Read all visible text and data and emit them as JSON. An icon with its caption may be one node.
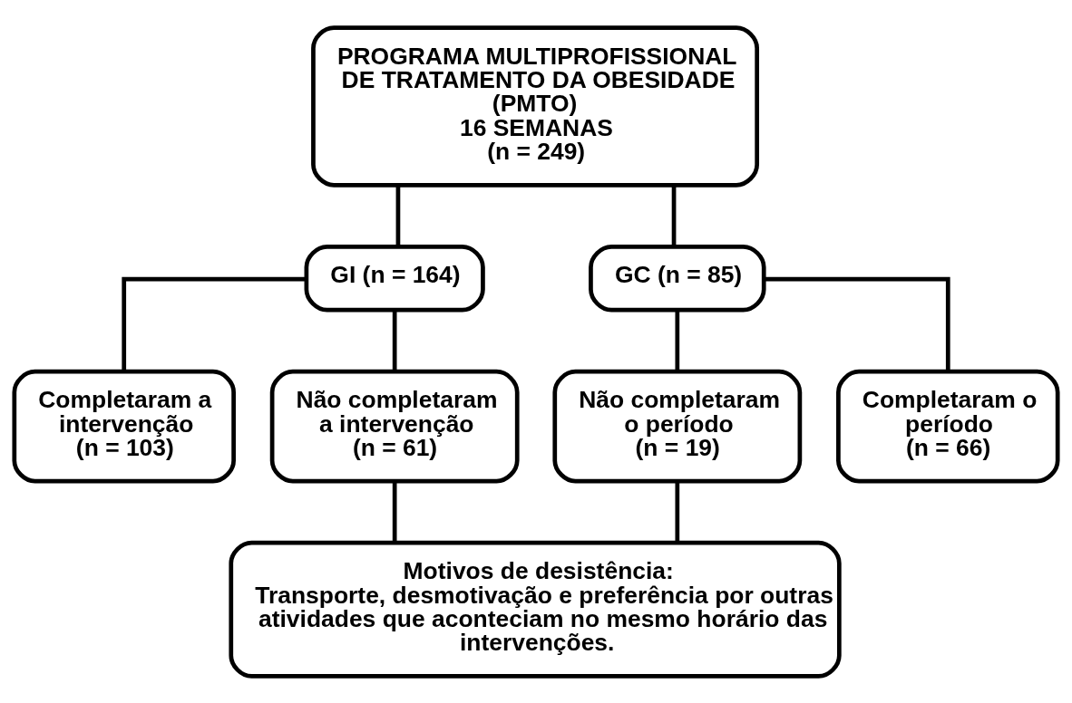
{
  "diagram": {
    "nodes": [
      {
        "text": [
          "PROGRAMA MULTIPROFISSIONAL DE TRATAMENTO DA OBESIDADE (PMTO)",
          "16 SEMANAS",
          "(n = 249)"
        ]
      },
      {
        "text": [
          "GI (n = 164)"
        ]
      },
      {
        "text": [
          "GC (n = 85)"
        ]
      },
      {
        "text": [
          "Completaram a intervenção",
          "(n = 103)"
        ]
      },
      {
        "text": [
          "Não completaram a intervenção",
          "(n = 61)"
        ]
      },
      {
        "text": [
          "Não completaram o período",
          "(n = 19)"
        ]
      },
      {
        "text": [
          "Completaram o período",
          "(n = 66)"
        ]
      },
      {
        "text": [
          "Motivos de desistência:",
          "Transporte, desmotivação e preferência por outras atividades que aconteciam no mesmo horário das intervenções."
        ]
      }
    ],
    "edges": [
      {
        "from": 0,
        "to": 1,
        "arrow": "none"
      },
      {
        "from": 0,
        "to": 2,
        "arrow": "none"
      },
      {
        "from": 1,
        "to": 3,
        "arrow": "none"
      },
      {
        "from": 1,
        "to": 4,
        "arrow": "none"
      },
      {
        "from": 2,
        "to": 5,
        "arrow": "none"
      },
      {
        "from": 2,
        "to": 6,
        "arrow": "none"
      },
      {
        "from": 4,
        "to": 7,
        "arrow": "none"
      },
      {
        "from": 5,
        "to": 7,
        "arrow": "none"
      }
    ]
  }
}
